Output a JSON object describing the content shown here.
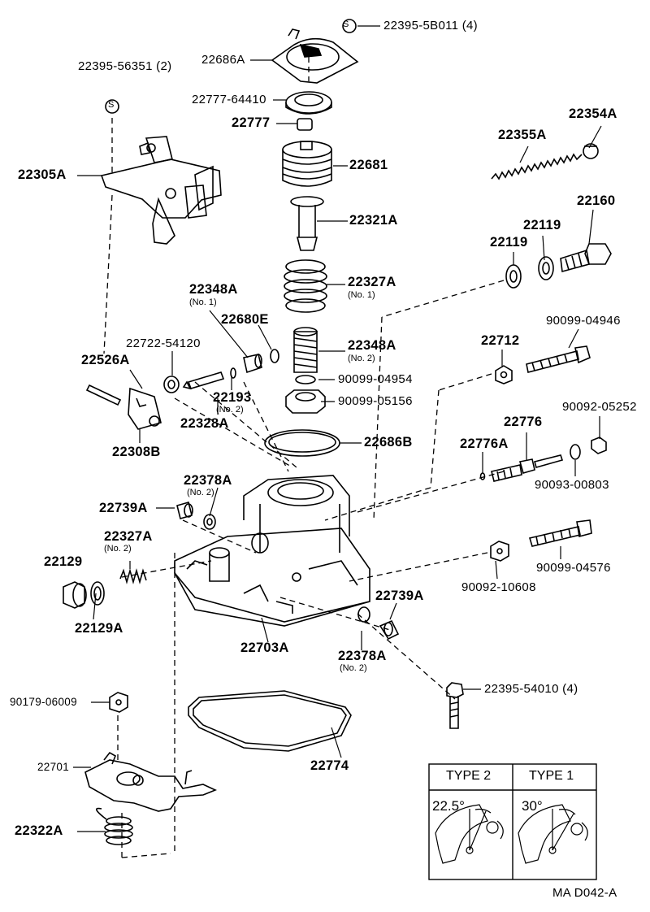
{
  "labels": {
    "p22395_5b011": "22395-5B011 (4)",
    "p22686a": "22686A",
    "p22395_56351": "22395-56351 (2)",
    "p22777_64410": "22777-64410",
    "p22777": "22777",
    "p22681": "22681",
    "p22354a": "22354A",
    "p22355a": "22355A",
    "p22305a": "22305A",
    "p22321a": "22321A",
    "p22160": "22160",
    "p22119_a": "22119",
    "p22119_b": "22119",
    "p22348a_1": "22348A",
    "p22348a_1_sub": "(No. 1)",
    "p22327a_1": "22327A",
    "p22327a_1_sub": "(No. 1)",
    "p22680e": "22680E",
    "p90099_04946": "90099-04946",
    "p22722_54120": "22722-54120",
    "p22348a_2": "22348A",
    "p22348a_2_sub": "(No. 2)",
    "p22712": "22712",
    "p22526a": "22526A",
    "p90099_04954": "90099-04954",
    "p22193": "22193",
    "p22193_sub": "(No. 2)",
    "p90099_05156": "90099-05156",
    "p90092_05252": "90092-05252",
    "p22328a": "22328A",
    "p22776": "22776",
    "p22308b": "22308B",
    "p22686b": "22686B",
    "p22776a": "22776A",
    "p22378a_top": "22378A",
    "p22378a_top_sub": "(No. 2)",
    "p90093_00803": "90093-00803",
    "p22739a_left": "22739A",
    "p22327a_2": "22327A",
    "p22327a_2_sub": "(No. 2)",
    "p90099_04576": "90099-04576",
    "p22129": "22129",
    "p90092_10608": "90092-10608",
    "p22739a_right": "22739A",
    "p22129a": "22129A",
    "p22703a": "22703A",
    "p22378a_bot": "22378A",
    "p22378a_bot_sub": "(No. 2)",
    "p22395_54010": "22395-54010 (4)",
    "p90179_06009": "90179-06009",
    "p22774": "22774",
    "p22701": "22701",
    "p22322a": "22322A",
    "s_mark_top": "S",
    "s_mark_left": "S"
  },
  "type_box": {
    "type2_label": "TYPE 2",
    "type1_label": "TYPE 1",
    "type2_angle": "22.5°",
    "type1_angle": "30°"
  },
  "footer": "MA  D042-A"
}
